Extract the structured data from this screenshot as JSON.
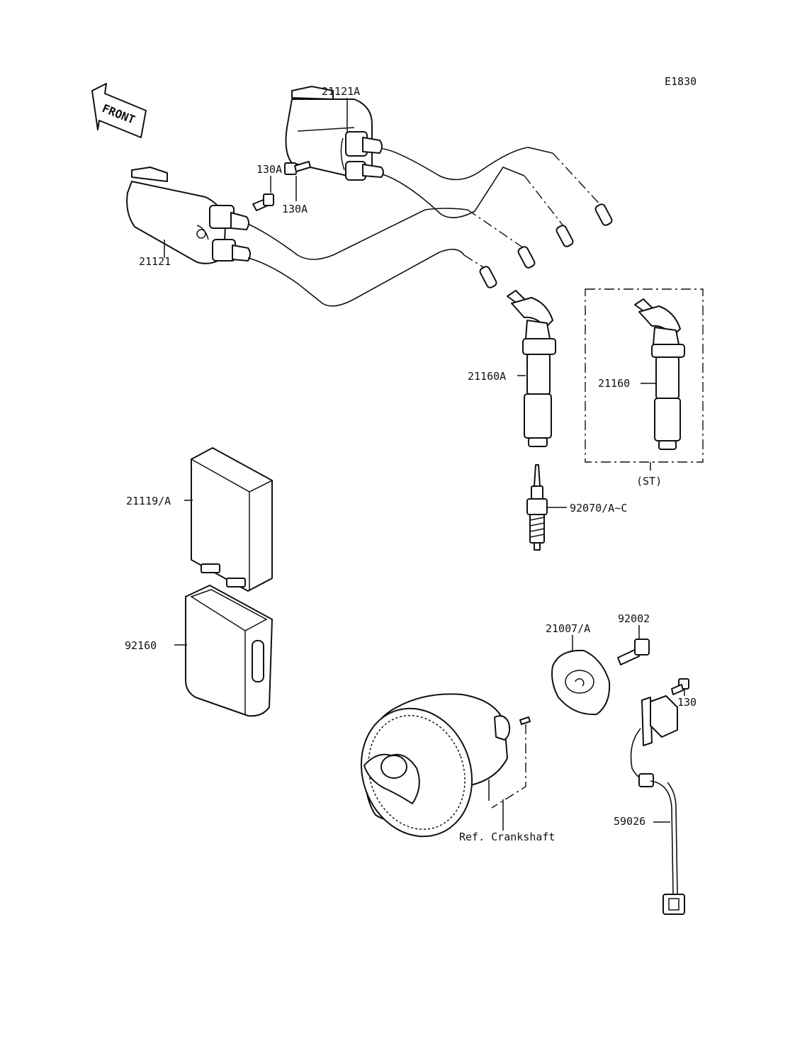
{
  "figure": {
    "code": "E1830",
    "front_arrow": "FRONT"
  },
  "callouts": {
    "coil_rear": "21121A",
    "coil_front": "21121",
    "bolt_upper": "130A",
    "bolt_lower": "130A",
    "plug_cap_a": "21160A",
    "plug_cap_st": "21160",
    "st_variant": "(ST)",
    "spark_plug": "92070/A~C",
    "igniter": "21119/A",
    "igniter_case": "92160",
    "timing_plate": "21007/A",
    "timing_bolt": "92002",
    "pickup_bolt": "130",
    "pickup_coil": "59026",
    "crankshaft_ref": "Ref. Crankshaft"
  },
  "icons": [
    "front-arrow-icon",
    "ignition-coil-icon",
    "spark-plug-cap-icon",
    "spark-plug-icon",
    "igniter-unit-icon",
    "rotor-icon",
    "pickup-coil-icon",
    "bolt-icon"
  ]
}
